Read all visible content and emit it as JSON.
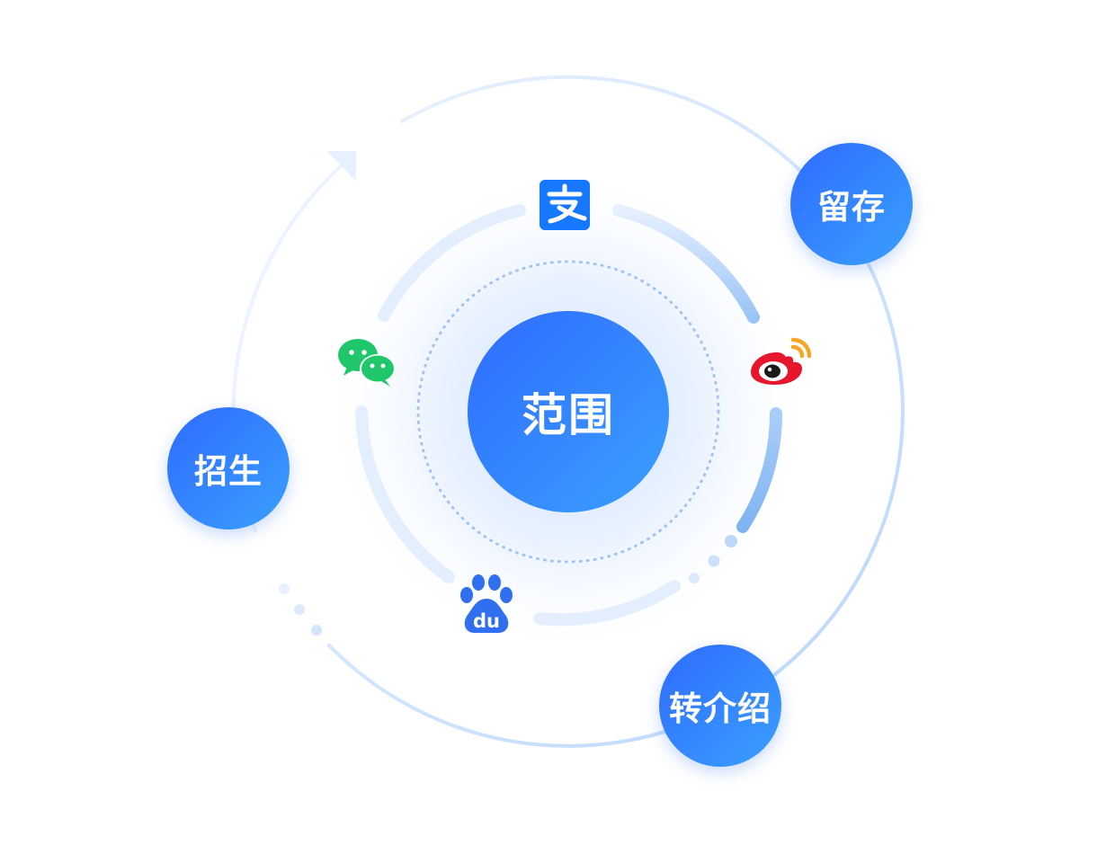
{
  "center": {
    "label": "范围"
  },
  "outer_nodes": [
    {
      "label": "留存"
    },
    {
      "label": "招生"
    },
    {
      "label": "转介绍"
    }
  ],
  "app_icons": [
    "alipay-icon",
    "wechat-icon",
    "weibo-icon",
    "baidu-icon"
  ],
  "colors": {
    "node_gradient_start": "#2f6bff",
    "node_gradient_end": "#3aa0ff",
    "ring_light": "#e3efff",
    "ring_mid": "#b6d3fb",
    "alipay": "#1677ff",
    "wechat": "#1fc76a",
    "weibo": "#e6162d",
    "baidu": "#2f6ff0"
  }
}
